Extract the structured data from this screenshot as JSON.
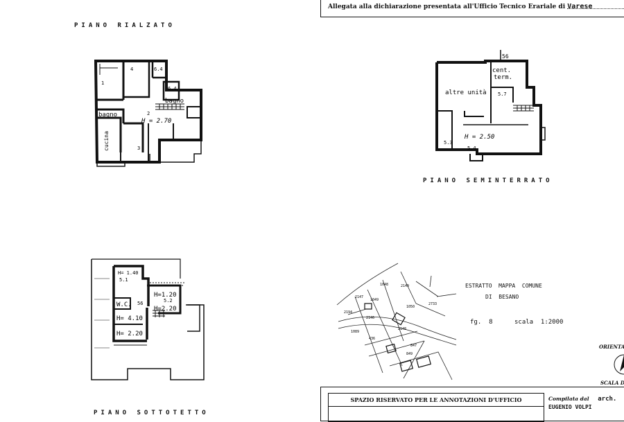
{
  "header": {
    "text": "Allegata alla dichiarazione presentata all'Ufficio Tecnico Erariale di",
    "city": "Varese"
  },
  "plans": {
    "rialzato": {
      "title": "PIANO RIALZATO",
      "rooms": [
        "bagno",
        "bagno",
        "cucina"
      ],
      "height": "H = 2.70",
      "marks": [
        "4",
        "2",
        "3",
        "1",
        "6.4",
        "6.4"
      ]
    },
    "seminterrato": {
      "title": "PIANO SEMINTERRATO",
      "rooms": [
        "altre unità",
        "cent.",
        "term."
      ],
      "height": "H = 2.50",
      "marks": [
        "56",
        "5.3",
        "5.4",
        "5.7"
      ]
    },
    "sottotetto": {
      "title": "PIANO SOTTOTETTO",
      "rooms": [
        "W.C."
      ],
      "heights": [
        "H= 1.40",
        "H=1.20",
        "H=2.20",
        "H= 4.10",
        "H= 2.20"
      ],
      "marks": [
        "5.1",
        "5.2",
        "56"
      ]
    }
  },
  "map": {
    "line1": "ESTRATTO  MAPPA  COMUNE",
    "line2": "DI  BESANO",
    "foglio": "fg.  8",
    "scala": "scala  1:2000",
    "parcels": [
      "1048",
      "2147",
      "2194",
      "1049",
      "2149",
      "1050",
      "2733",
      "2148",
      "2146",
      "1089",
      "436",
      "847",
      "849"
    ]
  },
  "office": {
    "title": "SPAZIO RISERVATO PER LE ANNOTAZIONI D'UFFICIO",
    "compiled_label": "Compilata dal",
    "compiled_title": "arch.",
    "compiled_name": "EUGENIO VOLPI"
  },
  "orientation": {
    "label": "ORIENTA",
    "scale_label": "SCALA DI"
  }
}
